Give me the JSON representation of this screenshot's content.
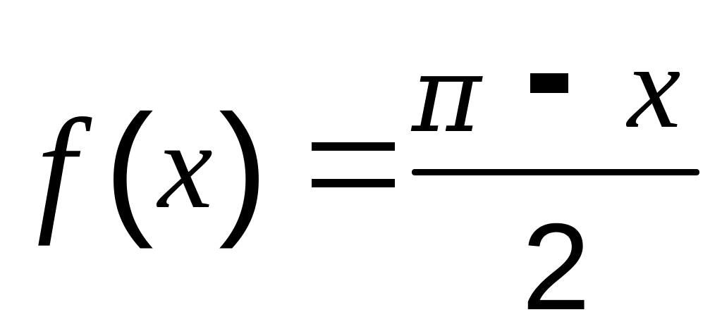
{
  "formula": {
    "lhs": {
      "function_name": "f",
      "open_paren": "(",
      "argument": "x",
      "close_paren": ")"
    },
    "equals": "=",
    "rhs": {
      "numerator": {
        "first_term": "π",
        "operator": "-",
        "second_term": "x"
      },
      "denominator": "2"
    }
  }
}
